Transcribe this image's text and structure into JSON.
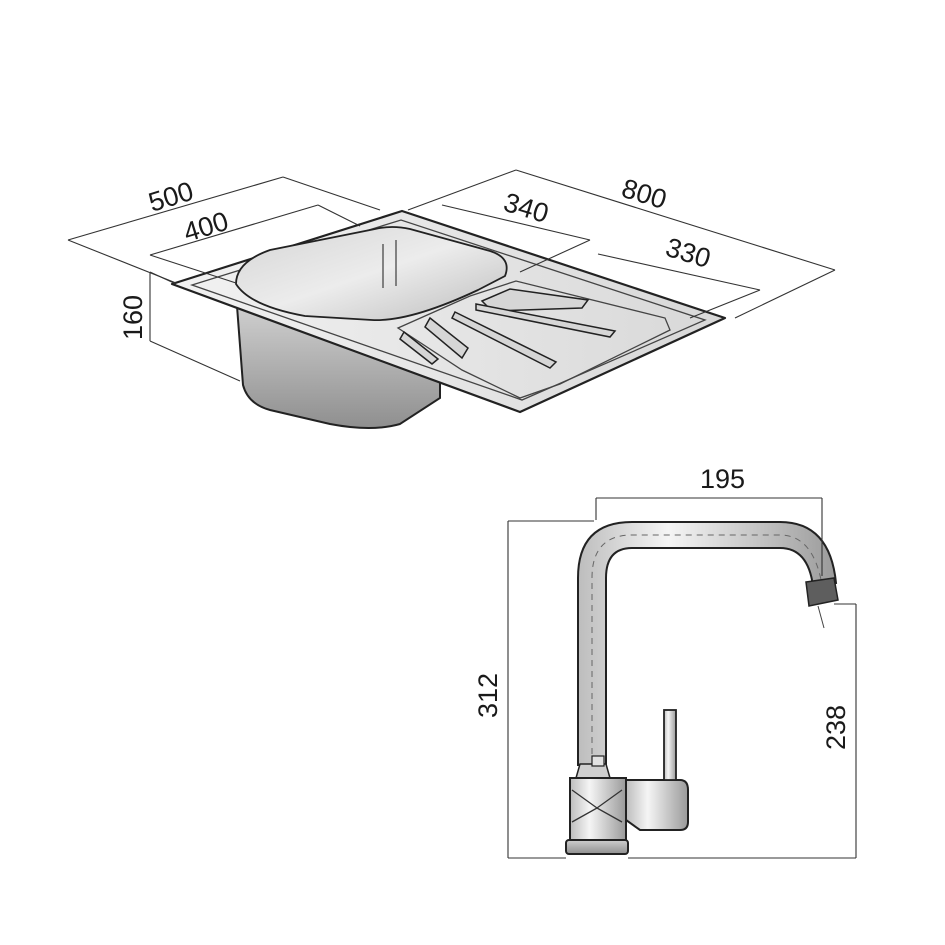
{
  "sink": {
    "dimensions": {
      "overall_depth": "500",
      "bowl_depth": "400",
      "overall_width": "800",
      "bowl_width": "340",
      "drainer_width": "330",
      "bowl_height": "160"
    }
  },
  "faucet": {
    "dimensions": {
      "spout_reach": "195",
      "total_height": "312",
      "spout_height": "238"
    }
  },
  "colors": {
    "line": "#222222",
    "steel_light": "#e6e6e6",
    "steel_mid": "#c9c9c9",
    "steel_dark": "#9c9c9c"
  }
}
